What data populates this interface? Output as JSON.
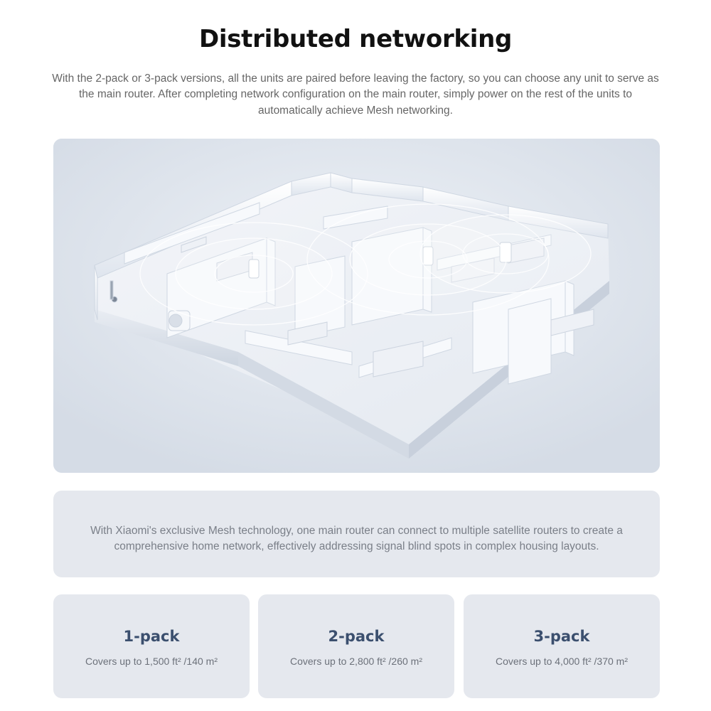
{
  "title": "Distributed networking",
  "intro": "With the 2-pack or 3-pack versions, all the units are paired before leaving the factory, so you can choose any unit to serve as the main router. After completing network configuration on the main router, simply power on the rest of the units to automatically achieve Mesh networking.",
  "mesh_description": "With Xiaomi's exclusive Mesh technology, one main router can connect to multiple satellite routers to create a comprehensive home network, effectively addressing signal blind spots in complex housing layouts.",
  "packs": [
    {
      "name": "1-pack",
      "coverage": "Covers up to 1,500 ft² /140 m²"
    },
    {
      "name": "2-pack",
      "coverage": "Covers up to 2,800 ft² /260 m²"
    },
    {
      "name": "3-pack",
      "coverage": "Covers up to 4,000 ft² /370 m²"
    }
  ],
  "colors": {
    "pack_title": "#3b4f6e",
    "panel_bg": "#e5e8ee",
    "body_text": "#666666"
  }
}
